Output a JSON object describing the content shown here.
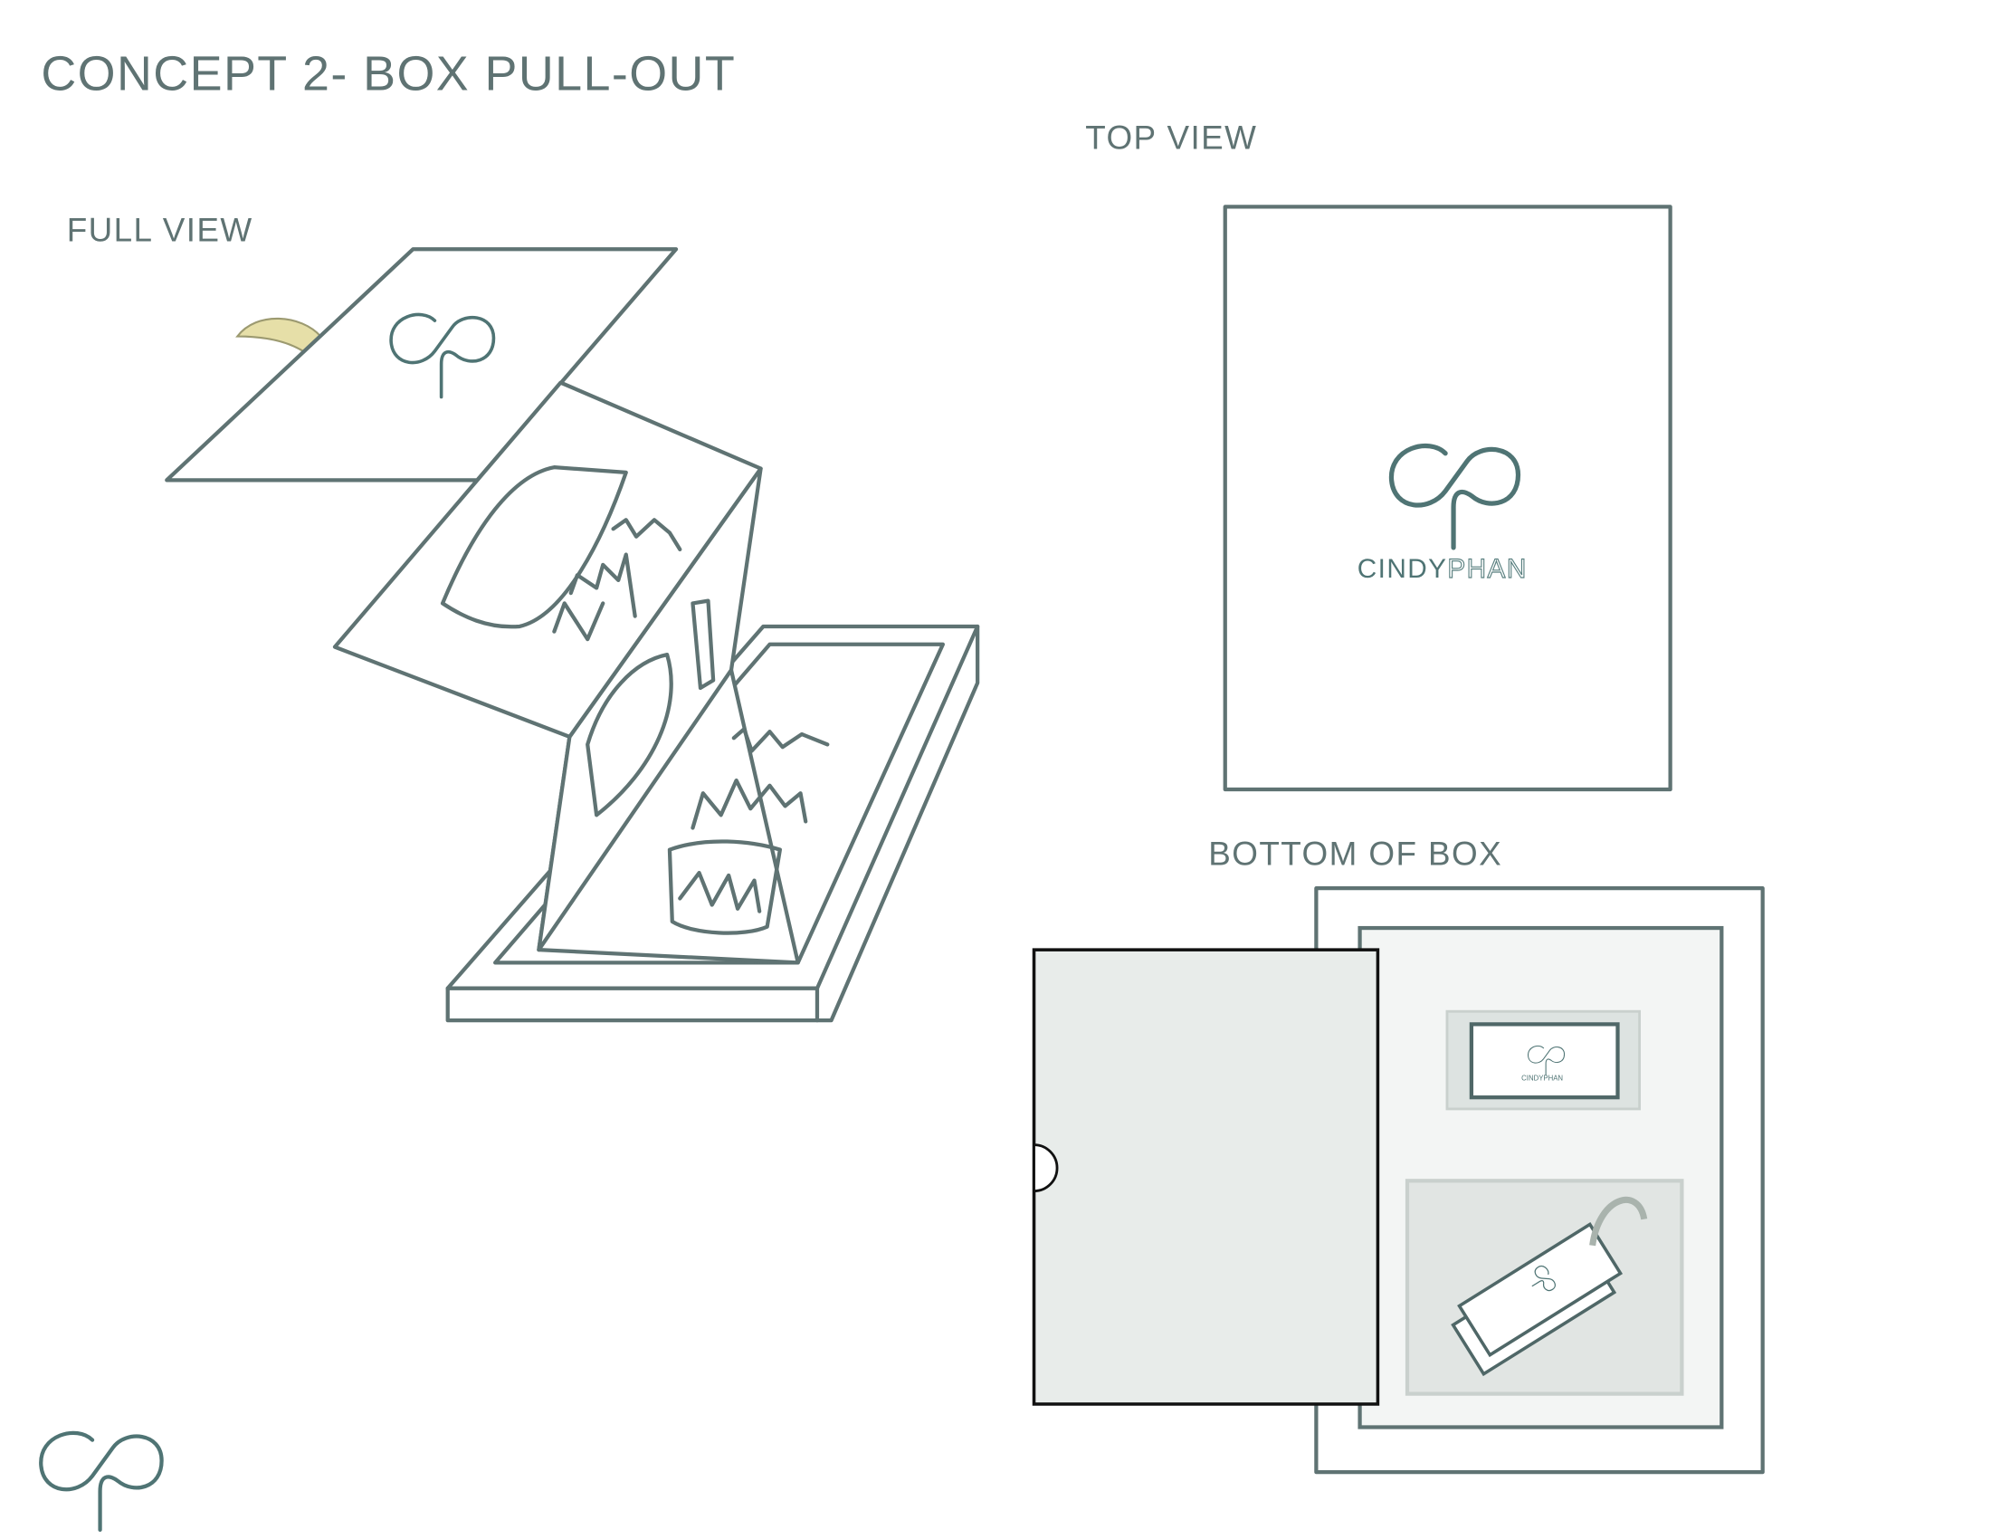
{
  "title": "CONCEPT 2- BOX PULL-OUT",
  "labels": {
    "full_view": "FULL VIEW",
    "top_view": "TOP VIEW",
    "bottom_of_box": "BOTTOM OF BOX"
  },
  "brand": {
    "name_part1": "CINDY",
    "name_part2": "PHAN"
  },
  "colors": {
    "stroke": "#5f7373",
    "brand_teal": "#4f7474",
    "brand_pink": "#c98b8b",
    "tab_yellow": "#e6dfa8",
    "panel_fill": "#e8ecea"
  }
}
